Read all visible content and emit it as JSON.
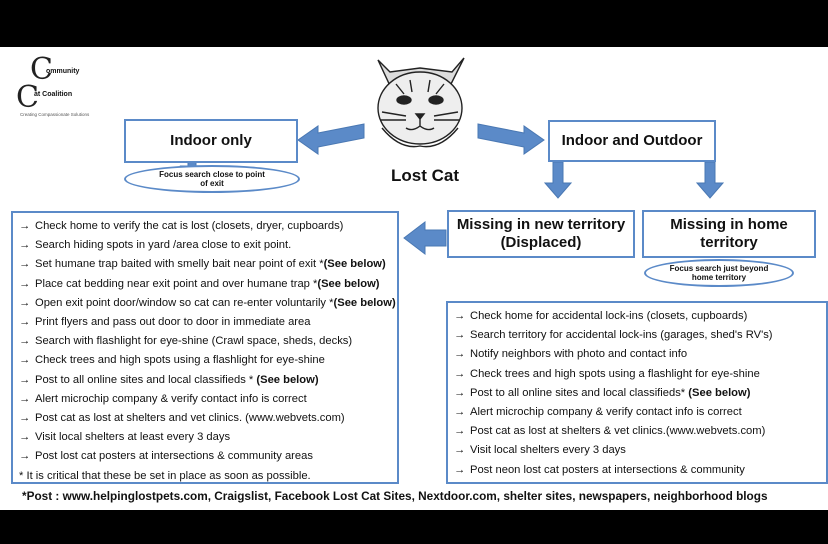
{
  "logo": {
    "word1": "ommunity",
    "word2": "at Coalition",
    "letter": "C",
    "tagline": "Creating Compassionate Solutions"
  },
  "center": {
    "title": "Lost Cat"
  },
  "branches": {
    "indoor_only": "Indoor only",
    "indoor_outdoor": "Indoor and Outdoor",
    "indoor_focus": "Focus search close to point of exit",
    "new_territory": "Missing in new territory (Displaced)",
    "home_territory": "Missing in home territory",
    "home_focus": "Focus search just beyond home territory"
  },
  "left_list": [
    "Check home to verify the cat is lost (closets, dryer, cupboards)",
    "Search hiding spots in yard /area  close to exit point.",
    "Set humane trap baited with smelly bait near point of exit *",
    "Place cat bedding near exit point and over humane trap *",
    "Open exit point door/window so cat can re-enter voluntarily *",
    "Print flyers and pass out door to door in immediate area",
    "Search with flashlight for eye-shine (Crawl space, sheds, decks)",
    "Check trees and high spots using a flashlight for eye-shine",
    "Post to all online sites and local classifieds * ",
    "Alert microchip company & verify contact info is correct",
    "Post cat as lost at shelters and vet clinics. (www.webvets.com)",
    "Visit local shelters at least every 3 days",
    "Post lost cat posters at intersections & community areas"
  ],
  "left_see_below": "(See below)",
  "left_note": "* It is critical that these be set in place as soon as possible.",
  "right_list": [
    "Check home for accidental lock-ins (closets, cupboards)",
    "Search territory for accidental lock-ins (garages, shed's RV's)",
    "Notify neighbors with photo and contact info",
    "Check trees and high spots using a flashlight for eye-shine",
    "Post to all online sites and local classifieds* ",
    "Alert microchip company & verify contact info is correct",
    "Post cat as lost at shelters & vet clinics.(www.webvets.com)",
    "Visit local shelters every 3 days",
    "Post neon lost cat posters at intersections & community"
  ],
  "right_see_below": "(See below)",
  "footer": "*Post : www.helpinglostpets.com,  Craigslist,  Facebook Lost Cat Sites,  Nextdoor.com,  shelter sites,  newspapers,  neighborhood  blogs",
  "colors": {
    "arrow": "#5b8ac8",
    "border": "#5b8ac8"
  },
  "icons": {
    "bullet": "arrow-right-icon",
    "cat": "cat-face-icon"
  }
}
